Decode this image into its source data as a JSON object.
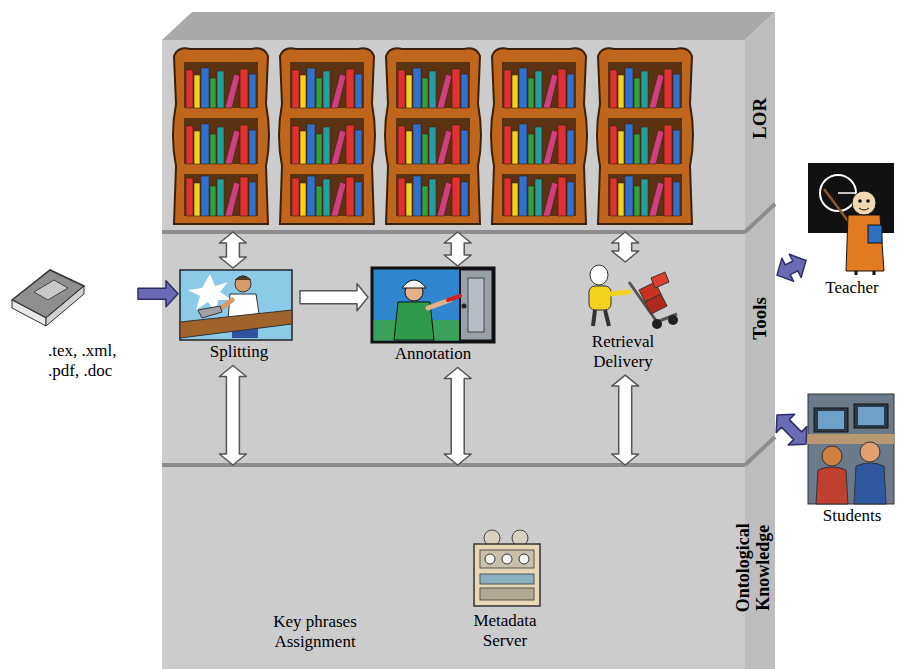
{
  "diagram": {
    "nodes": [
      {
        "text": [
          "LOR"
        ]
      },
      {
        "text": [
          "Tools"
        ]
      },
      {
        "text": [
          "Ontological Knowledge"
        ]
      },
      {
        "text": [
          "Splitting"
        ],
        "in": 1
      },
      {
        "text": [
          "Annotation"
        ],
        "in": 1
      },
      {
        "text": [
          "Retrieval Delivery"
        ],
        "in": 1
      },
      {
        "text": [
          "Key phrases Assignment"
        ],
        "in": 2
      },
      {
        "text": [
          "Metadata Server"
        ],
        "in": 2
      },
      {
        "text": [
          ".tex, .xml, .pdf, .doc"
        ]
      },
      {
        "text": [
          "Teacher"
        ]
      },
      {
        "text": [
          "Students"
        ]
      }
    ],
    "edges": [
      {
        "from": 8,
        "to": 3,
        "arrow": "to"
      },
      {
        "from": 3,
        "to": 4,
        "arrow": "to"
      },
      {
        "from": 0,
        "to": 3,
        "arrow": "both"
      },
      {
        "from": 0,
        "to": 4,
        "arrow": "both"
      },
      {
        "from": 0,
        "to": 5,
        "arrow": "both"
      },
      {
        "from": 3,
        "to": 2,
        "arrow": "both"
      },
      {
        "from": 4,
        "to": 2,
        "arrow": "both"
      },
      {
        "from": 5,
        "to": 2,
        "arrow": "both"
      },
      {
        "from": 1,
        "to": 9,
        "arrow": "both"
      },
      {
        "from": 1,
        "to": 10,
        "arrow": "both"
      }
    ]
  }
}
